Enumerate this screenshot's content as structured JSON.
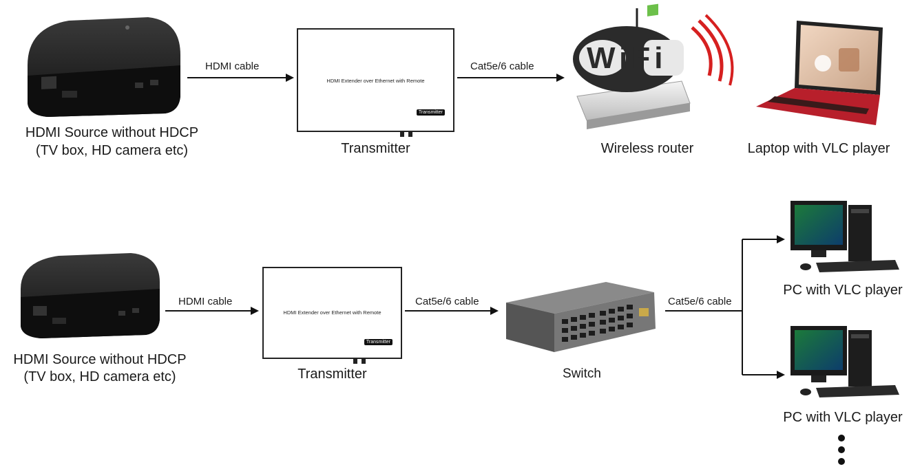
{
  "row1": {
    "source_label_line1": "HDMI Source without HDCP",
    "source_label_line2": "(TV box, HD camera etc)",
    "hdmi_cable": "HDMI cable",
    "transmitter_text": "HDMI Extender over Ethernet with Remote",
    "transmitter_badge": "Transmitter",
    "transmitter_label": "Transmitter",
    "cat_cable": "Cat5e/6 cable",
    "wifi_logo": "WiFi",
    "router_label": "Wireless router",
    "laptop_label": "Laptop with VLC player"
  },
  "row2": {
    "source_label_line1": "HDMI Source without HDCP",
    "source_label_line2": "(TV box, HD camera etc)",
    "hdmi_cable": "HDMI cable",
    "transmitter_text": "HDMI Extender over Ethernet with Remote",
    "transmitter_badge": "Transmitter",
    "transmitter_label": "Transmitter",
    "cat_cable_1": "Cat5e/6 cable",
    "switch_label": "Switch",
    "cat_cable_2": "Cat5e/6 cable",
    "pc1_label": "PC with VLC player",
    "pc2_label": "PC with VLC player"
  }
}
